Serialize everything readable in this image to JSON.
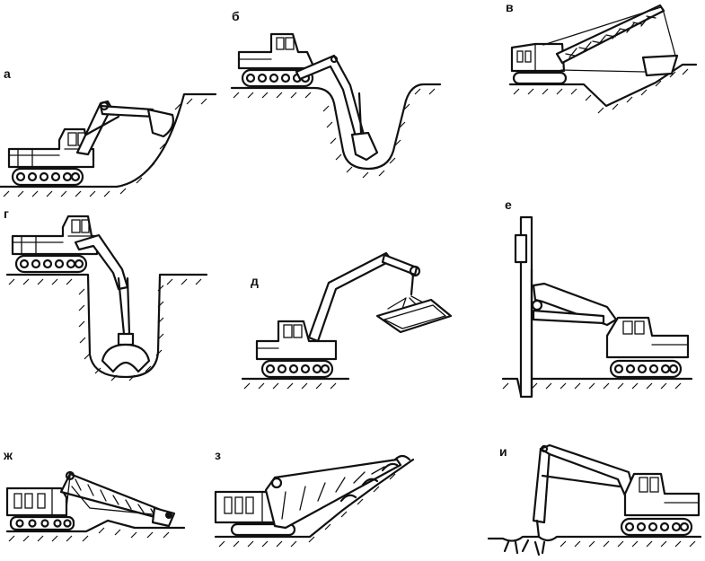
{
  "panels": [
    {
      "label": "а"
    },
    {
      "label": "б"
    },
    {
      "label": "в"
    },
    {
      "label": "г"
    },
    {
      "label": "д"
    },
    {
      "label": "е"
    },
    {
      "label": "ж"
    },
    {
      "label": "з"
    },
    {
      "label": "и"
    }
  ]
}
